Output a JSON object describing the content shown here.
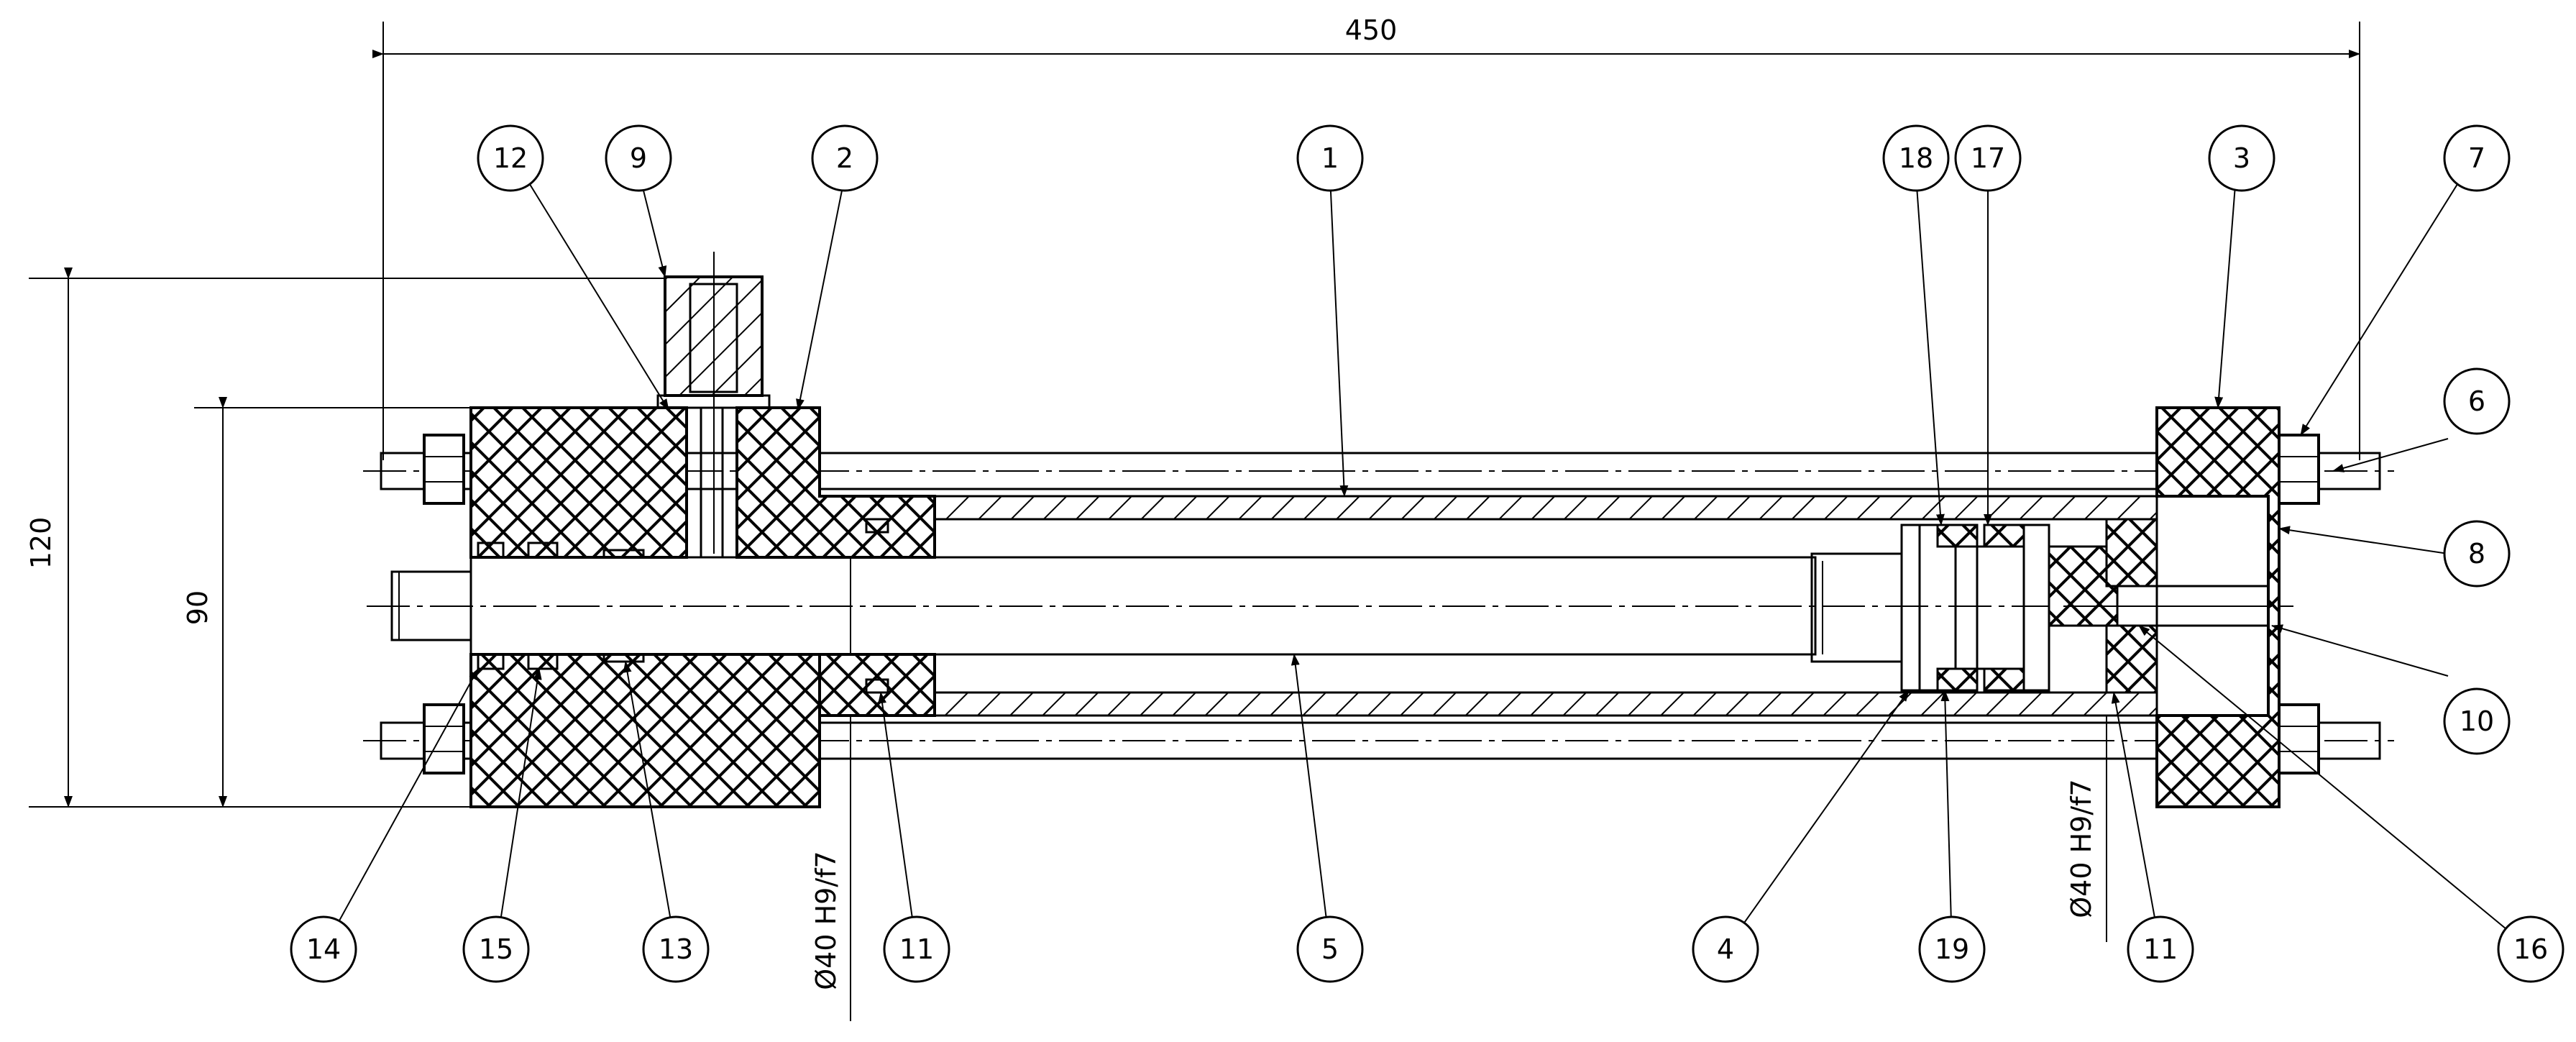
{
  "dimensions": {
    "overall_length": "450",
    "overall_height": "120",
    "flange_height": "90",
    "fit_left": "Ø40 H9/f7",
    "fit_right": "Ø40 H9/f7"
  },
  "balloons": {
    "b12": "12",
    "b9": "9",
    "b2": "2",
    "b1": "1",
    "b18": "18",
    "b17": "17",
    "b3": "3",
    "b7": "7",
    "b6": "6",
    "b8": "8",
    "b10": "10",
    "b14": "14",
    "b15": "15",
    "b13": "13",
    "b11a": "11",
    "b5": "5",
    "b4": "4",
    "b19": "19",
    "b11b": "11",
    "b16": "16"
  }
}
